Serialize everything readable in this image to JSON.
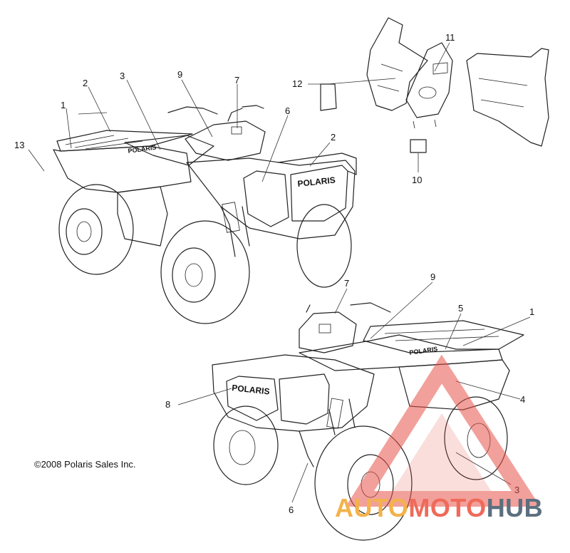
{
  "copyright": "©2008 Polaris Sales Inc.",
  "brand_decal": "POLARIS",
  "watermark": {
    "part1": "AUTO",
    "part2": "MOTO",
    "part3": "HUB"
  },
  "callouts": {
    "c1a": "1",
    "c2a": "2",
    "c3a": "3",
    "c9a": "9",
    "c7a": "7",
    "c6a": "6",
    "c13": "13",
    "c2b": "2",
    "c12": "12",
    "c11": "11",
    "c10": "10",
    "c7b": "7",
    "c9b": "9",
    "c5": "5",
    "c1b": "1",
    "c4": "4",
    "c8": "8",
    "c6b": "6",
    "c3b": "3"
  },
  "colors": {
    "line": "#222222",
    "watermark_triangle": "#e8534a",
    "watermark_auto": "#f4b24a",
    "watermark_moto": "#ef6a5a",
    "watermark_hub": "#5b6f7f"
  }
}
